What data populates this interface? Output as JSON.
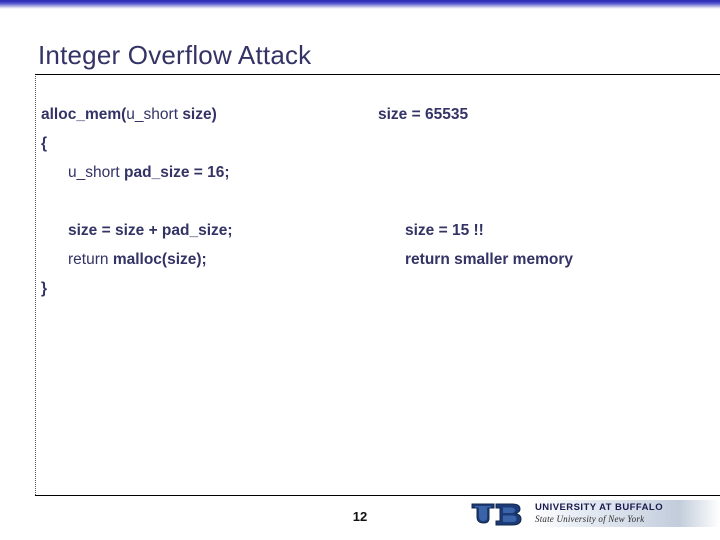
{
  "slide": {
    "title": "Integer Overflow Attack",
    "page_number": "12",
    "accent_color": "#333366",
    "top_bar_color": "#2b2bb5"
  },
  "code": {
    "lines": [
      {
        "indent": 1,
        "left_segments": [
          {
            "text": "alloc_mem(",
            "bold": true
          },
          {
            "text": "u_short ",
            "bold": false
          },
          {
            "text": "size)",
            "bold": true
          }
        ],
        "right_segments": [
          {
            "text": "size = 65535",
            "bold": true
          }
        ]
      },
      {
        "indent": 1,
        "left_segments": [
          {
            "text": "{",
            "bold": true
          }
        ],
        "right_segments": []
      },
      {
        "indent": 2,
        "left_segments": [
          {
            "text": "u_short ",
            "bold": false
          },
          {
            "text": "pad_size = 16;",
            "bold": true
          }
        ],
        "right_segments": []
      },
      {
        "indent": 2,
        "left_segments": [],
        "right_segments": []
      },
      {
        "indent": 2,
        "left_segments": [
          {
            "text": "size = size + pad_size;",
            "bold": true
          }
        ],
        "right_segments": [
          {
            "text": "size = 15 !!",
            "bold": true
          }
        ]
      },
      {
        "indent": 2,
        "left_segments": [
          {
            "text": "return ",
            "bold": false
          },
          {
            "text": "malloc(size);",
            "bold": true
          }
        ],
        "right_segments": [
          {
            "text": "return smaller memory",
            "bold": true
          }
        ]
      },
      {
        "indent": 1,
        "left_segments": [
          {
            "text": "}",
            "bold": true
          }
        ],
        "right_segments": []
      }
    ]
  },
  "footer": {
    "logo": {
      "monogram": "UB",
      "line1": "UNIVERSITY AT BUFFALO",
      "line2": "State University of New York"
    }
  }
}
